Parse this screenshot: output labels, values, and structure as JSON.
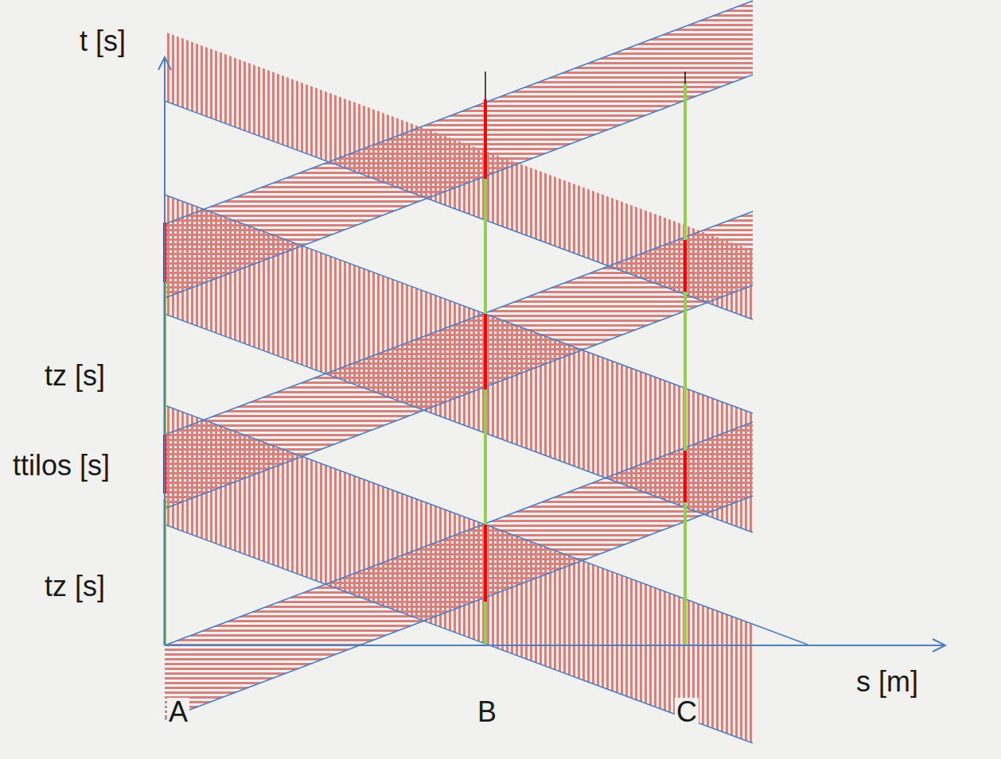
{
  "diagram": {
    "labels": [
      "t [s]",
      "tz [s]",
      "ttilos [s]",
      "tz [s]",
      "s [m]",
      "A",
      "B",
      "C"
    ]
  }
}
